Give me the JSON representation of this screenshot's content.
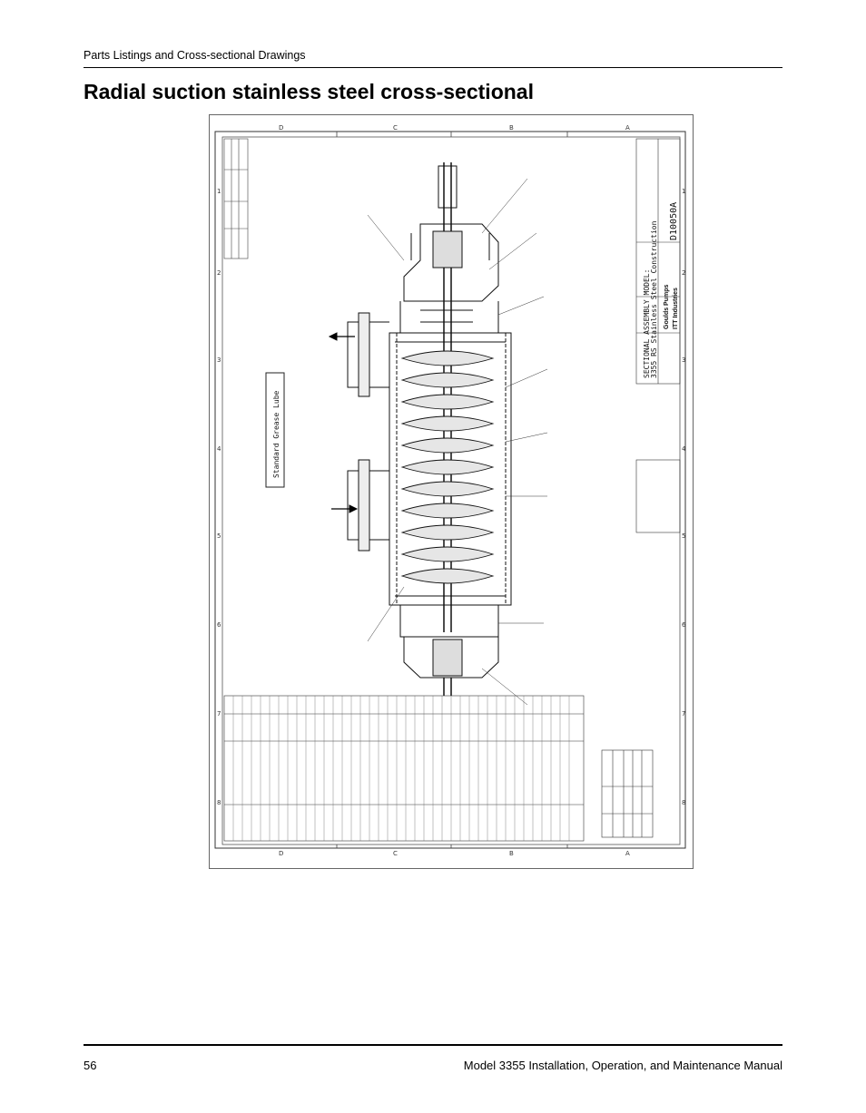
{
  "header": {
    "section": "Parts Listings and Cross-sectional Drawings"
  },
  "title": "Radial suction stainless steel cross-sectional",
  "drawing": {
    "note_box": "Standard Grease Lube",
    "title_block": {
      "heading": "SECTIONAL ASSEMBLY MODEL:",
      "model": "3355 RS  Stainless Steel Construction",
      "drawing_no": "D10050A",
      "brand": "Goulds Pumps",
      "company": "ITT Industries"
    },
    "zone_letters": [
      "D",
      "C",
      "B",
      "A"
    ],
    "zone_numbers": [
      "1",
      "2",
      "3",
      "4",
      "5",
      "6",
      "7",
      "8"
    ]
  },
  "footer": {
    "page_number": "56",
    "manual_title": "Model 3355 Installation, Operation, and Maintenance Manual"
  }
}
